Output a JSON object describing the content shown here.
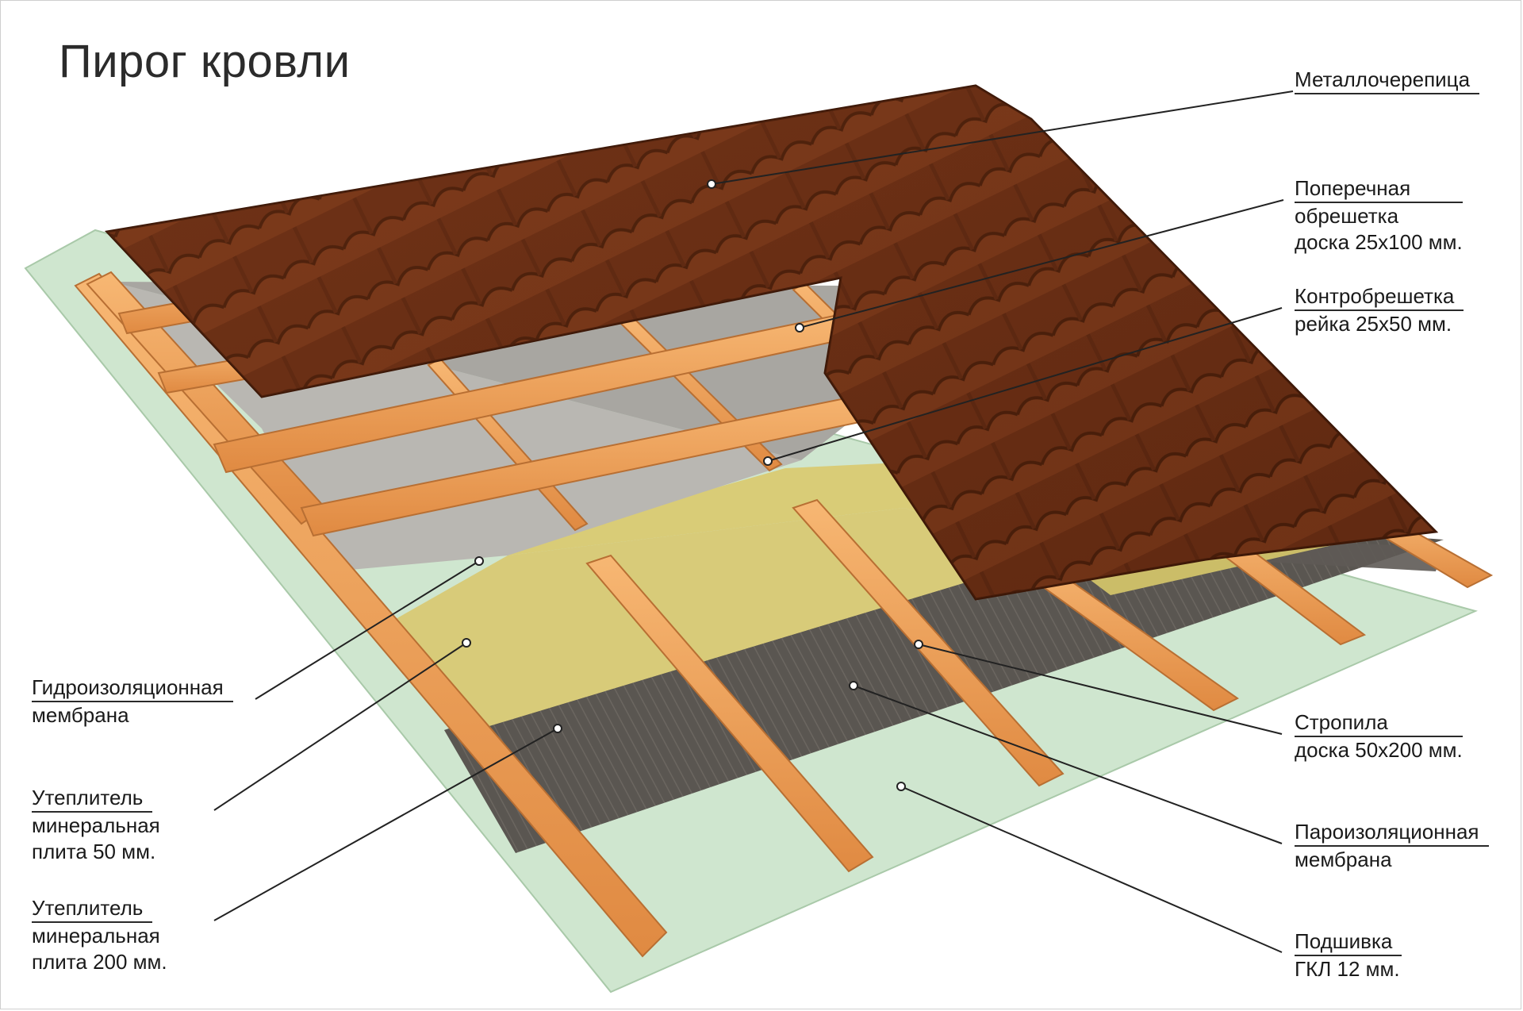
{
  "title": "Пирог кровли",
  "layers": [
    {
      "id": "metal-tile",
      "lines": [
        "Металлочерепица"
      ]
    },
    {
      "id": "cross-battens",
      "lines": [
        "Поперечная",
        "обрешетка",
        "доска 25х100 мм."
      ]
    },
    {
      "id": "counter-battens",
      "lines": [
        "Контробрешетка",
        "рейка 25х50 мм."
      ]
    },
    {
      "id": "rafters",
      "lines": [
        "Стропила",
        "доска 50х200 мм."
      ]
    },
    {
      "id": "vapor-membrane",
      "lines": [
        "Пароизоляционная",
        "мембрана"
      ]
    },
    {
      "id": "drywall",
      "lines": [
        "Подшивка",
        "ГКЛ 12 мм."
      ]
    },
    {
      "id": "waterproof-membrane",
      "lines": [
        "Гидроизоляционная",
        "мембрана"
      ]
    },
    {
      "id": "insulation-50",
      "lines": [
        "Утеплитель",
        "минеральная",
        "плита 50 мм."
      ]
    },
    {
      "id": "insulation-200",
      "lines": [
        "Утеплитель",
        "минеральная",
        "плита 200 мм."
      ]
    }
  ],
  "colors": {
    "drywall": "#cfe6cf",
    "vapor": "#5b5752",
    "insulation": "#d9cc77",
    "membrane": "#b7b5b0",
    "wood": "#f2a25a",
    "wood_dark": "#c9783a",
    "tile": "#6a2e14",
    "tile_light": "#8a4220"
  }
}
